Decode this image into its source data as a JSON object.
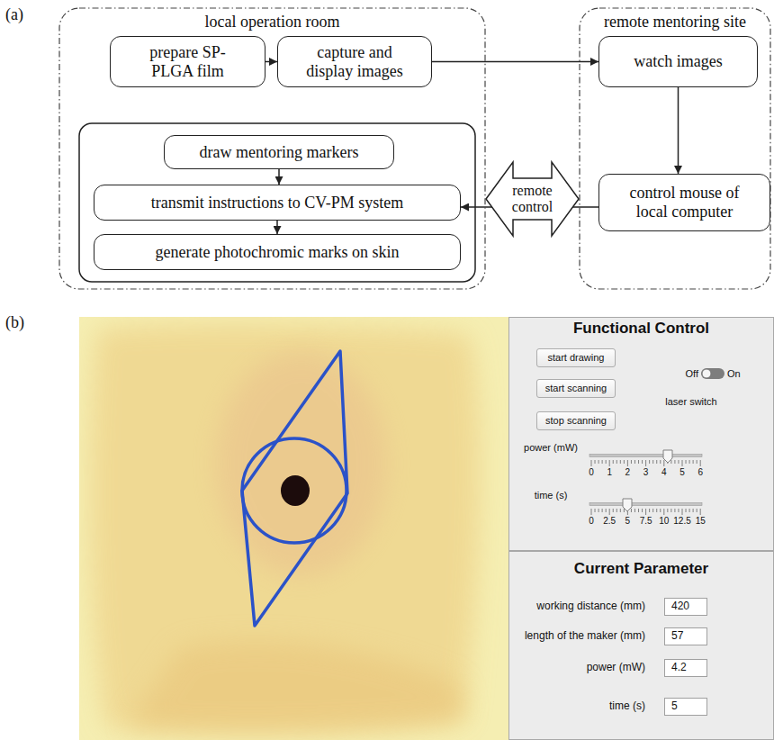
{
  "diagram": {
    "nodes": [
      {
        "text": [
          "local operation room"
        ]
      },
      {
        "text": [
          "prepare SP-PLGA film"
        ],
        "in": 0
      },
      {
        "text": [
          "capture and display images"
        ],
        "in": 0
      },
      {
        "text": [
          "draw mentoring markers"
        ],
        "in": 0
      },
      {
        "text": [
          "transmit instructions to CV-PM system"
        ],
        "in": 0
      },
      {
        "text": [
          "generate photochromic marks on skin"
        ],
        "in": 0
      },
      {
        "text": [
          "remote mentoring site"
        ]
      },
      {
        "text": [
          "watch images"
        ],
        "in": 6
      },
      {
        "text": [
          "control mouse of local computer"
        ],
        "in": 6
      },
      {
        "text": [
          "Functional Control"
        ]
      },
      {
        "text": [
          "start drawing"
        ],
        "in": 9
      },
      {
        "text": [
          "start scanning"
        ],
        "in": 9
      },
      {
        "text": [
          "stop scanning"
        ],
        "in": 9
      },
      {
        "text": [
          "Current Parameter"
        ]
      },
      {
        "text": [
          "420"
        ],
        "in": 13
      },
      {
        "text": [
          "57"
        ],
        "in": 13
      },
      {
        "text": [
          "4.2"
        ],
        "in": 13
      },
      {
        "text": [
          "5"
        ],
        "in": 13
      }
    ],
    "edges": [
      {
        "from": 1,
        "to": 2,
        "arrow": "to"
      },
      {
        "from": 2,
        "to": 7,
        "arrow": "to"
      },
      {
        "from": 7,
        "to": 8,
        "arrow": "to"
      },
      {
        "from": 8,
        "to": 4,
        "arrow": "to"
      },
      {
        "from": 3,
        "to": 4,
        "arrow": "to"
      },
      {
        "from": 4,
        "to": 5,
        "arrow": "to"
      },
      {
        "from": 0,
        "to": 6,
        "label": "remote control",
        "arrow": "both"
      }
    ],
    "labels": [
      "(a)",
      "(b)",
      "Off",
      "On",
      "laser switch",
      "power (mW)",
      "0",
      "1",
      "2",
      "3",
      "4",
      "5",
      "6",
      "time (s)",
      "0",
      "2.5",
      "5",
      "7.5",
      "10",
      "12.5",
      "15",
      "working distance (mm)",
      "length of the maker (mm)",
      "power (mW)",
      "time (s)"
    ]
  }
}
